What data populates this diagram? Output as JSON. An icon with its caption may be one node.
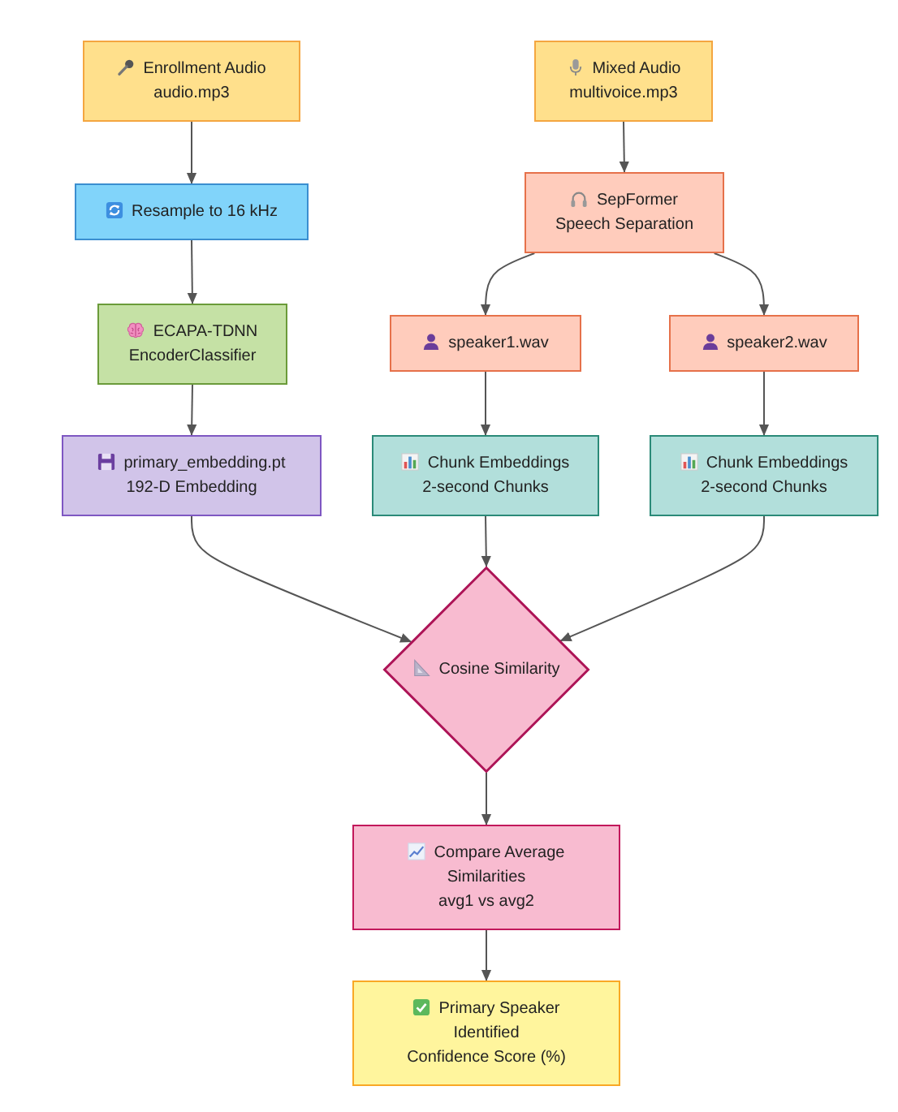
{
  "diagram": {
    "nodes": [
      {
        "text": [
          "Enrollment Audio",
          "audio.mp3"
        ]
      },
      {
        "text": [
          "Mixed Audio",
          "multivoice.mp3"
        ]
      },
      {
        "text": [
          "Resample to 16 kHz"
        ]
      },
      {
        "text": [
          "SepFormer",
          "Speech Separation"
        ]
      },
      {
        "text": [
          "ECAPA-TDNN",
          "EncoderClassifier"
        ]
      },
      {
        "text": [
          "speaker1.wav"
        ]
      },
      {
        "text": [
          "speaker2.wav"
        ]
      },
      {
        "text": [
          "primary_embedding.pt",
          "192-D Embedding"
        ]
      },
      {
        "text": [
          "Chunk Embeddings",
          "2-second Chunks"
        ]
      },
      {
        "text": [
          "Chunk Embeddings",
          "2-second Chunks"
        ]
      },
      {
        "text": [
          "Cosine Similarity"
        ]
      },
      {
        "text": [
          "Compare Average Similarities",
          "avg1 vs avg2"
        ]
      },
      {
        "text": [
          "Primary Speaker Identified",
          "Confidence Score (%)"
        ]
      }
    ],
    "edges": [
      {
        "from": 0,
        "to": 2,
        "arrow": "to"
      },
      {
        "from": 1,
        "to": 3,
        "arrow": "to"
      },
      {
        "from": 2,
        "to": 4,
        "arrow": "to"
      },
      {
        "from": 3,
        "to": 5,
        "arrow": "to"
      },
      {
        "from": 3,
        "to": 6,
        "arrow": "to"
      },
      {
        "from": 4,
        "to": 7,
        "arrow": "to"
      },
      {
        "from": 5,
        "to": 8,
        "arrow": "to"
      },
      {
        "from": 6,
        "to": 9,
        "arrow": "to"
      },
      {
        "from": 7,
        "to": 10,
        "arrow": "to"
      },
      {
        "from": 8,
        "to": 10,
        "arrow": "to"
      },
      {
        "from": 9,
        "to": 10,
        "arrow": "to"
      },
      {
        "from": 10,
        "to": 11,
        "arrow": "to"
      },
      {
        "from": 11,
        "to": 12,
        "arrow": "to"
      }
    ]
  }
}
